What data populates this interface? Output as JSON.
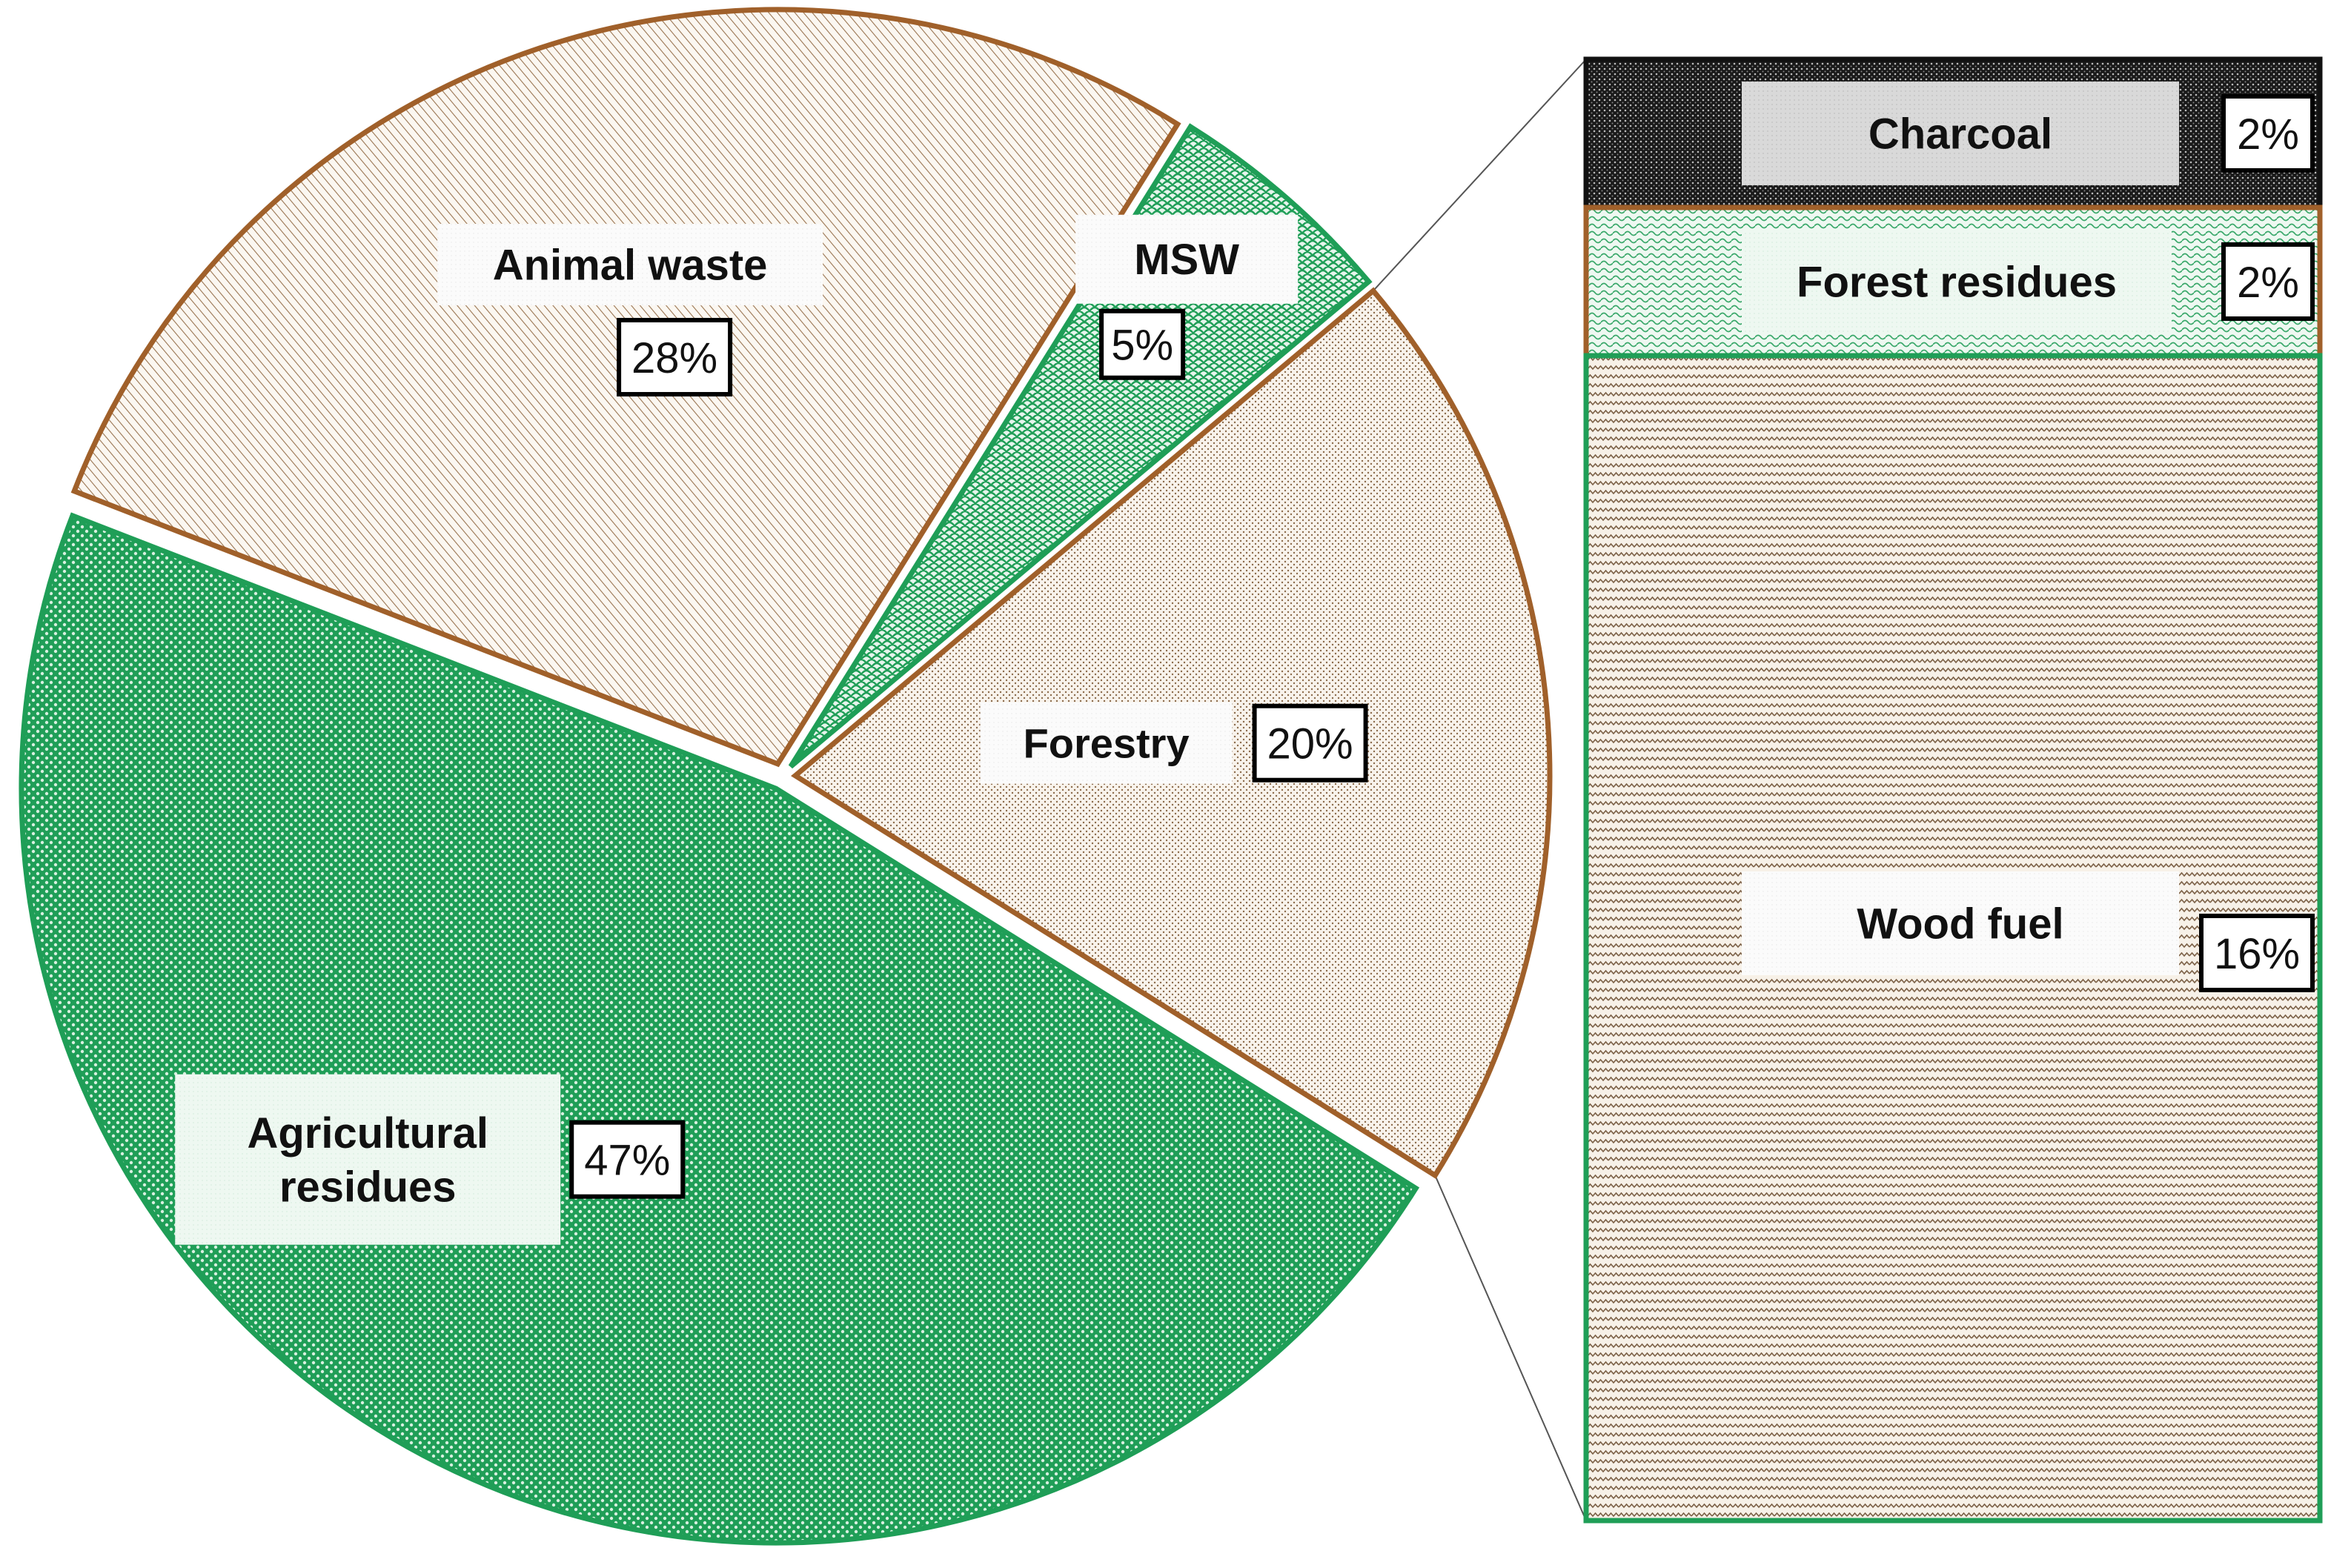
{
  "chart_data": {
    "type": "pie",
    "variant": "bar-of-pie",
    "title": "",
    "slices": [
      {
        "label": "Forestry",
        "value": 20,
        "value_label": "20%",
        "pattern": "fine-dots",
        "edge_color": "#a0602a"
      },
      {
        "label": "Agricultural residues",
        "label_lines": [
          "Agricultural",
          "residues"
        ],
        "value": 47,
        "value_label": "47%",
        "pattern": "checker",
        "edge_color": "#1f9e57",
        "fill_color": "#1f9e57"
      },
      {
        "label": "Animal waste",
        "value": 28,
        "value_label": "28%",
        "pattern": "diagonal",
        "edge_color": "#a0602a"
      },
      {
        "label": "MSW",
        "value": 5,
        "value_label": "5%",
        "pattern": "scales",
        "edge_color": "#1f9e57"
      }
    ],
    "breakdown": {
      "of": "Forestry",
      "segments": [
        {
          "label": "Charcoal",
          "value": 2,
          "value_label": "2%",
          "pattern": "dark-dots",
          "edge_color": "#111111"
        },
        {
          "label": "Forest residues",
          "value": 2,
          "value_label": "2%",
          "pattern": "waves-green",
          "edge_color": "#a0602a"
        },
        {
          "label": "Wood fuel",
          "value": 16,
          "value_label": "16%",
          "pattern": "zigzag",
          "edge_color": "#1f9e57"
        }
      ]
    },
    "colors": {
      "green": "#1f9e57",
      "brown": "#a0602a",
      "black": "#111111"
    },
    "legend": "none",
    "grid": false
  }
}
